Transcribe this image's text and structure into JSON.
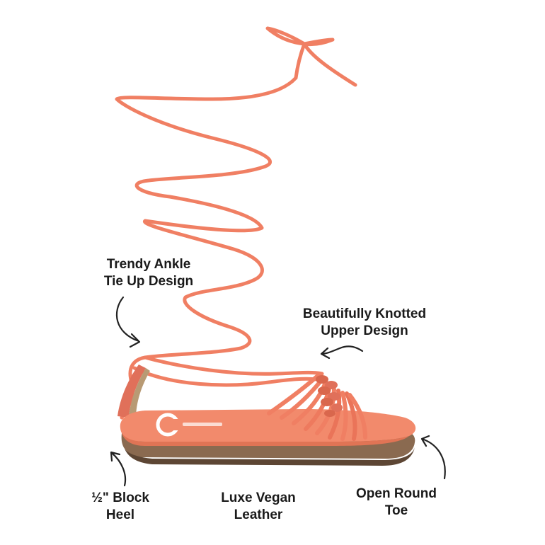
{
  "image": {
    "subject": "lace-up flat sandal product shot",
    "background_color": "#ffffff",
    "colors": {
      "strap": "#f07f63",
      "strap_shadow": "#d9674d",
      "footbed": "#f28a6c",
      "footbed_shadow": "#e07455",
      "sole": "#8a6a50",
      "sole_dark": "#5d4634",
      "logo": "#ffffff",
      "arrow": "#222222"
    }
  },
  "callouts": {
    "ankle": {
      "line1": "Trendy Ankle",
      "line2": "Tie Up Design"
    },
    "knot": {
      "line1": "Beautifully Knotted",
      "line2": "Upper Design"
    },
    "heel": {
      "line1": "½\" Block",
      "line2": "Heel"
    },
    "leather": {
      "line1": "Luxe Vegan",
      "line2": "Leather"
    },
    "toe": {
      "line1": "Open Round",
      "line2": "Toe"
    }
  },
  "footbed_logo": {
    "mark": "C"
  }
}
